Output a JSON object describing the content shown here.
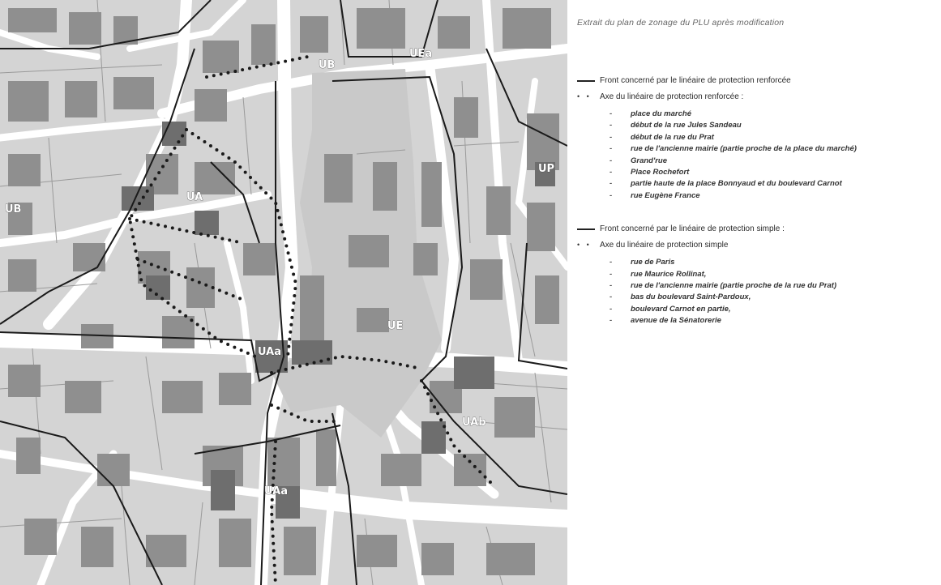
{
  "legend": {
    "title": "Extrait du plan de zonage du PLU après modification",
    "renforcee": {
      "front_label": "Front concerné par le linéaire de protection renforcée",
      "axe_label": "Axe du linéaire de protection renforcée :",
      "streets": [
        "place du marché",
        "début de la rue Jules Sandeau",
        "début de la rue du Prat",
        "rue de l'ancienne mairie (partie proche de la place du marché)",
        "Grand'rue",
        "Place Rochefort",
        "partie haute de la place Bonnyaud et du boulevard Carnot",
        "rue Eugène France"
      ]
    },
    "simple": {
      "front_label": "Front concerné par le linéaire de protection simple :",
      "axe_label": "Axe du linéaire de protection simple",
      "streets": [
        "rue de Paris",
        "rue Maurice Rollinat,",
        "rue de l'ancienne mairie (partie proche de la rue du Prat)",
        "bas du boulevard Saint-Pardoux,",
        "boulevard Carnot en partie,",
        "avenue de la Sénatorerie"
      ]
    }
  },
  "map": {
    "zones": {
      "ub_top": "UB",
      "uea_top": "UEa",
      "up": "UP",
      "ub_left": "UB",
      "ua": "UA",
      "ue": "UE",
      "uaa_center": "UAa",
      "uab": "UAb",
      "uaa_bottom": "UAa"
    },
    "colors": {
      "background": "#f2f2f2",
      "road": "#ffffff",
      "parcel": "#d4d4d4",
      "parcel_outline": "#9a9a9a",
      "building": "#8f8f8f",
      "building_dark": "#6e6e6e",
      "square": "#c9c9c9",
      "zone_boundary": "#1a1a1a"
    }
  }
}
